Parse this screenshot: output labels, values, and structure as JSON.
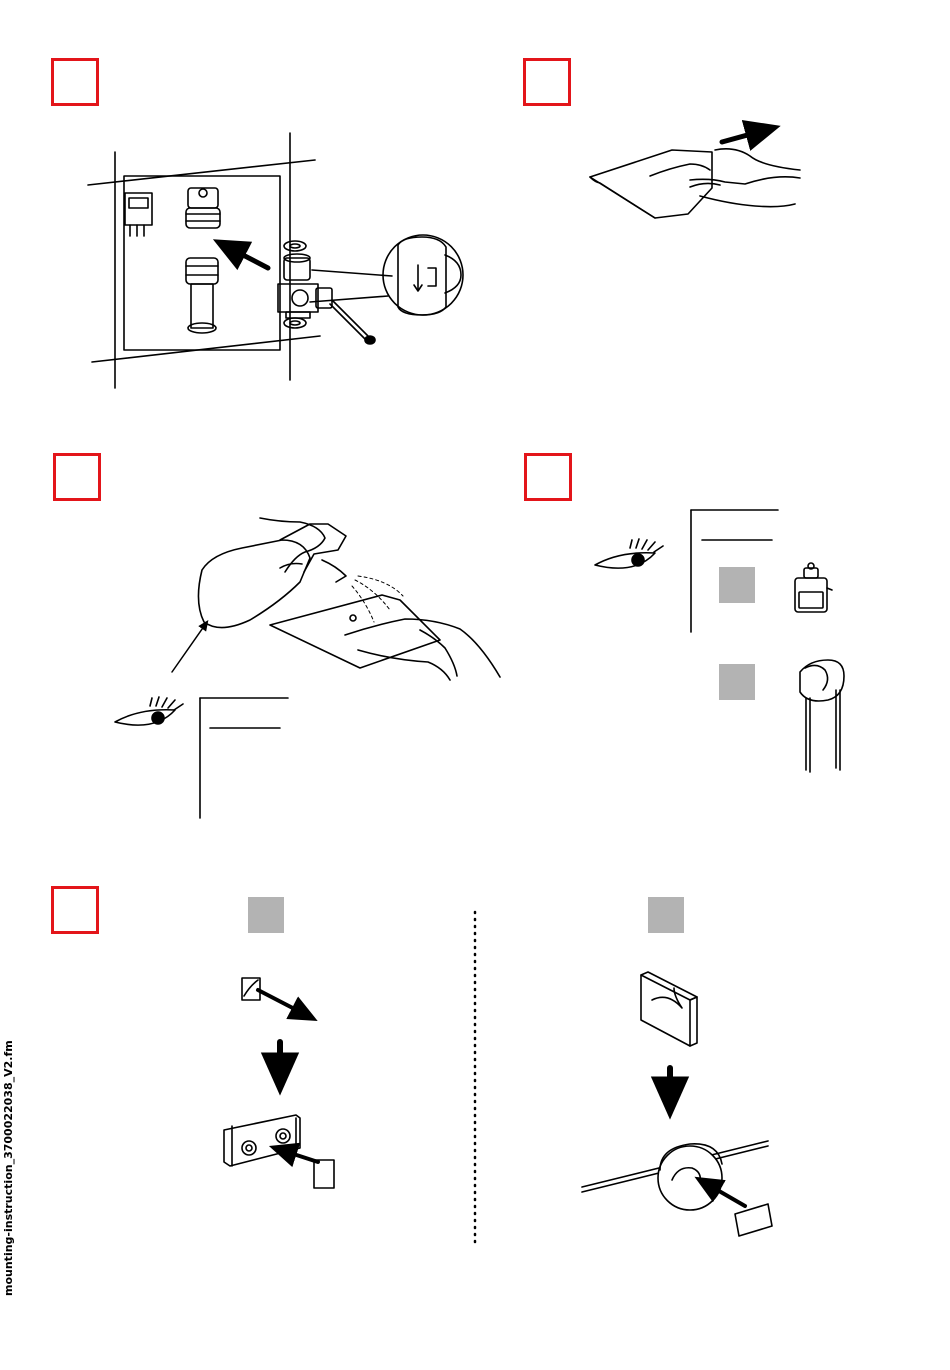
{
  "footer": {
    "filename": "mounting-instruction_3700022038_V2.fm"
  },
  "steps": [
    {
      "name": "step-1",
      "illustration": "valve-installation"
    },
    {
      "name": "step-2",
      "illustration": "peel-protective-film"
    },
    {
      "name": "step-3",
      "illustration": "spray-and-wipe-plate"
    },
    {
      "name": "step-4",
      "illustration": "check-components"
    },
    {
      "name": "step-5",
      "illustration": "attach-adhesive-pads"
    }
  ],
  "colors": {
    "step_frame": "#e3151a",
    "variant_marker": "#b3b3b3",
    "line": "#000000"
  }
}
